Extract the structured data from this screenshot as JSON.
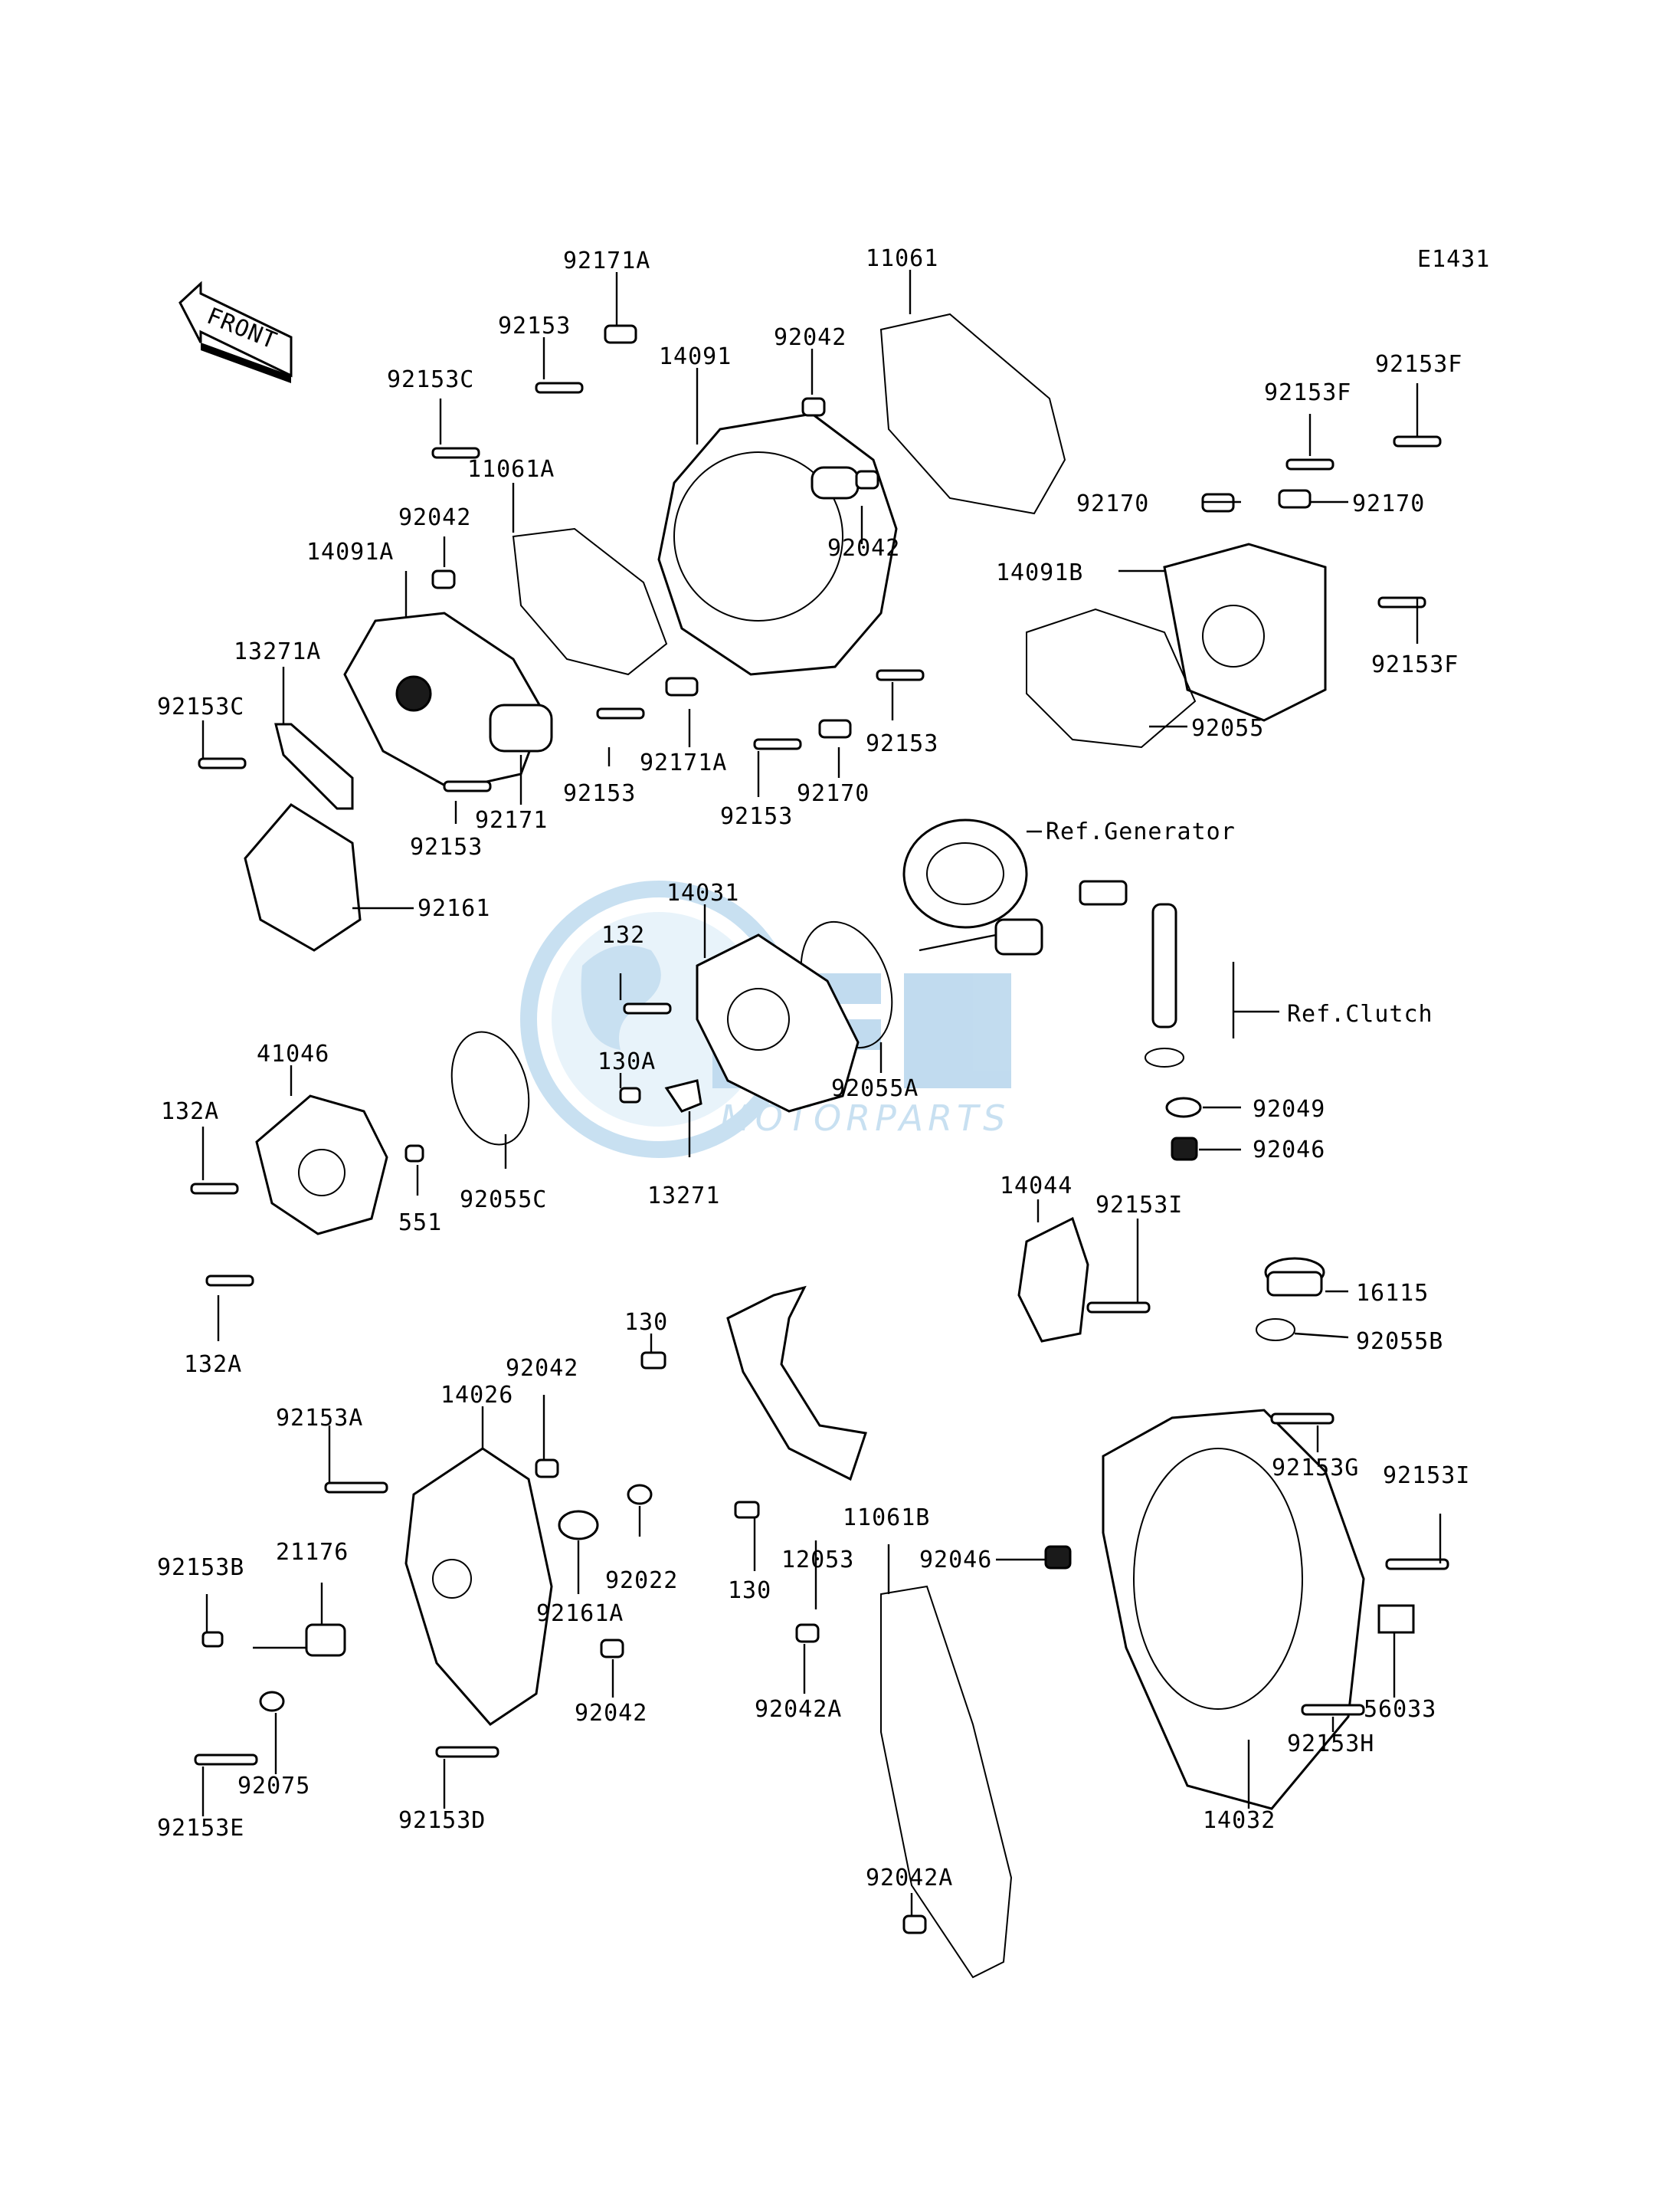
{
  "diagram_code": "E1431",
  "front_label": "FRONT",
  "watermark": {
    "text": "MOTORPARTS",
    "color": "#6aa9d6"
  },
  "labels": {
    "l_92171A_top": "92171A",
    "l_11061_top": "11061",
    "l_92153_top": "92153",
    "l_14091": "14091",
    "l_92042_a": "92042",
    "l_92153C_a": "92153C",
    "l_11061A": "11061A",
    "l_92042_b": "92042",
    "l_92042_c": "92042",
    "l_14091A": "14091A",
    "l_13271A": "13271A",
    "l_92153C_b": "92153C",
    "l_92171A_b": "92171A",
    "l_92153_b": "92153",
    "l_92153_c": "92153",
    "l_92153_d": "92153",
    "l_92171": "92171",
    "l_92170_a": "92170",
    "l_92153_e": "92153",
    "l_92161": "92161",
    "l_92153F_a": "92153F",
    "l_92153F_b": "92153F",
    "l_92170_b": "92170",
    "l_92170_c": "92170",
    "l_14091B": "14091B",
    "l_92153F_c": "92153F",
    "l_92055": "92055",
    "l_ref_gen": "Ref.Generator",
    "l_ref_clutch": "Ref.Clutch",
    "l_14031": "14031",
    "l_132": "132",
    "l_130A": "130A",
    "l_92055A": "92055A",
    "l_13271": "13271",
    "l_41046": "41046",
    "l_132A_a": "132A",
    "l_132A_b": "132A",
    "l_551": "551",
    "l_92055C": "92055C",
    "l_92049": "92049",
    "l_92046_a": "92046",
    "l_14044": "14044",
    "l_92153I_a": "92153I",
    "l_16115": "16115",
    "l_92055B": "92055B",
    "l_130_a": "130",
    "l_92042_d": "92042",
    "l_14026": "14026",
    "l_92153A": "92153A",
    "l_92153G": "92153G",
    "l_92153I_b": "92153I",
    "l_92022": "92022",
    "l_12053": "12053",
    "l_11061B": "11061B",
    "l_92046_b": "92046",
    "l_130_b": "130",
    "l_92161A": "92161A",
    "l_92153B": "92153B",
    "l_21176": "21176",
    "l_92042_e": "92042",
    "l_92042A_a": "92042A",
    "l_56033": "56033",
    "l_92075": "92075",
    "l_92153E": "92153E",
    "l_92153D": "92153D",
    "l_92153H": "92153H",
    "l_14032": "14032",
    "l_92042A_b": "92042A"
  }
}
